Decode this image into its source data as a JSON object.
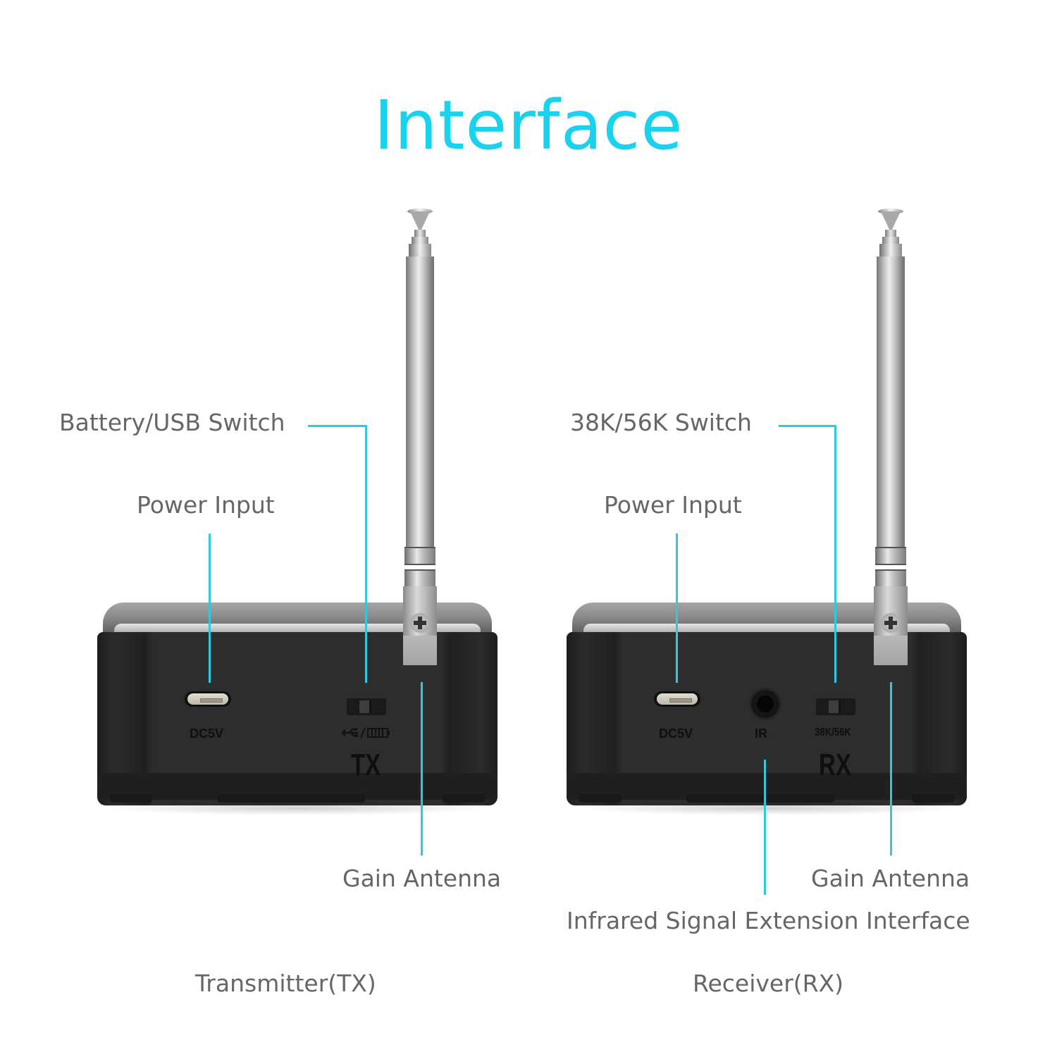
{
  "title": "Interface",
  "accent_color": "#19d2ee",
  "leader_line_color": "#2fc8df",
  "label_color": "#666666",
  "transmitter": {
    "caption": "Transmitter(TX)",
    "device_mark": "TX",
    "labels": {
      "switch": "Battery/USB Switch",
      "power": "Power Input",
      "antenna": "Gain Antenna"
    },
    "ports": {
      "power_port_label": "DC5V",
      "switch_label": "←•/▐▐▐"
    }
  },
  "receiver": {
    "caption": "Receiver(RX)",
    "device_mark": "RX",
    "labels": {
      "switch": "38K/56K Switch",
      "power": "Power Input",
      "antenna": "Gain Antenna",
      "ir": "Infrared Signal Extension Interface"
    },
    "ports": {
      "power_port_label": "DC5V",
      "ir_port_label": "IR",
      "switch_label": "38K/56K"
    }
  },
  "icons": {
    "usb_battery_icon": "usb-battery-icon",
    "usb_c_port": "usb-c-port-icon",
    "ir_jack": "audio-jack-icon",
    "antenna": "telescopic-antenna-icon",
    "screw": "screw-icon"
  }
}
